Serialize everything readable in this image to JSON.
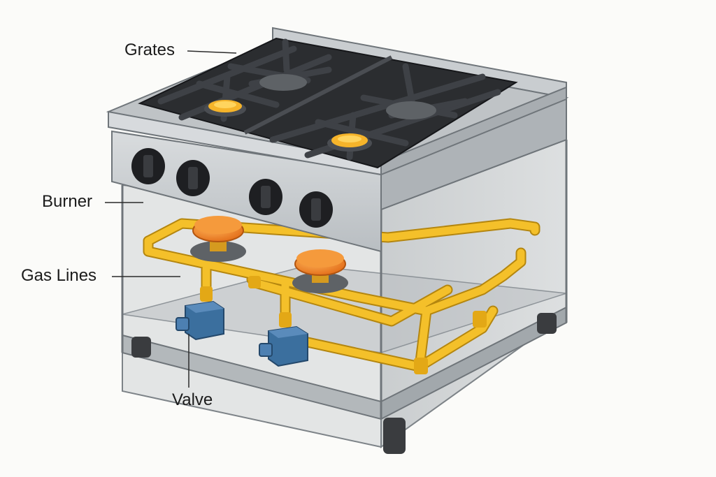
{
  "labels": {
    "grates": "Grates",
    "burner": "Burner",
    "gas_lines": "Gas Lines",
    "valve": "Valve"
  },
  "colors": {
    "steel": "#c4c8cb",
    "steel_dark": "#8e9499",
    "grate": "#2b2d30",
    "flame": "#f6b42a",
    "gas_pipe": "#f4c02a",
    "burner_cap": "#ee7f2a",
    "valve": "#3b6f9e",
    "knob": "#1e1f22"
  },
  "icons": [
    "control-knob-icon",
    "burner-flame-icon",
    "gas-valve-icon"
  ]
}
